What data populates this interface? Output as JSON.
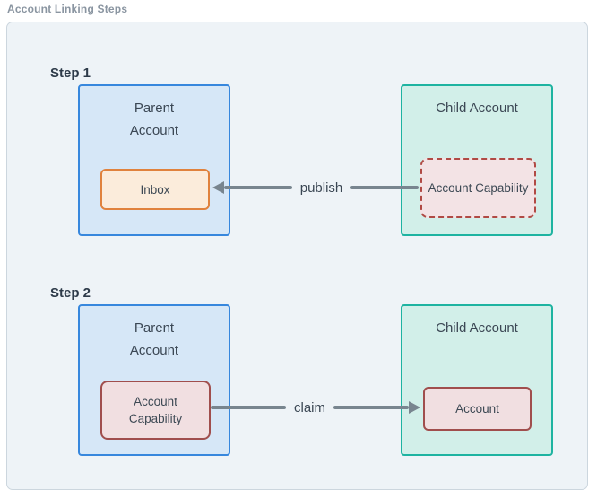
{
  "figure": {
    "title": "Account Linking Steps"
  },
  "colors": {
    "panel_bg": "#eef3f7",
    "panel_border": "#ccd6de",
    "parent_fill": "#d6e7f7",
    "parent_border": "#3787dd",
    "child_fill": "#d2efe9",
    "child_border": "#1eb3a1",
    "inbox_fill": "#fbecdb",
    "inbox_border": "#e0823d",
    "capability_fill": "#f3e3e5",
    "capability_border": "#b04a44",
    "arrow": "#78858f",
    "text": "#3b4754"
  },
  "steps": [
    {
      "label": "Step 1",
      "parent": {
        "title": "Parent Account",
        "inner": "Inbox"
      },
      "child": {
        "title": "Child Account",
        "inner": "Account Capability",
        "inner_style": "dashed"
      },
      "arrow": {
        "label": "publish",
        "direction": "left",
        "from": "Child Account / Account Capability",
        "to": "Parent Account / Inbox"
      }
    },
    {
      "label": "Step 2",
      "parent": {
        "title": "Parent Account",
        "inner": "Account Capability"
      },
      "child": {
        "title": "Child Account",
        "inner": "Account",
        "inner_style": "solid"
      },
      "arrow": {
        "label": "claim",
        "direction": "right",
        "from": "Parent Account / Account Capability",
        "to": "Child Account / Account"
      }
    }
  ]
}
